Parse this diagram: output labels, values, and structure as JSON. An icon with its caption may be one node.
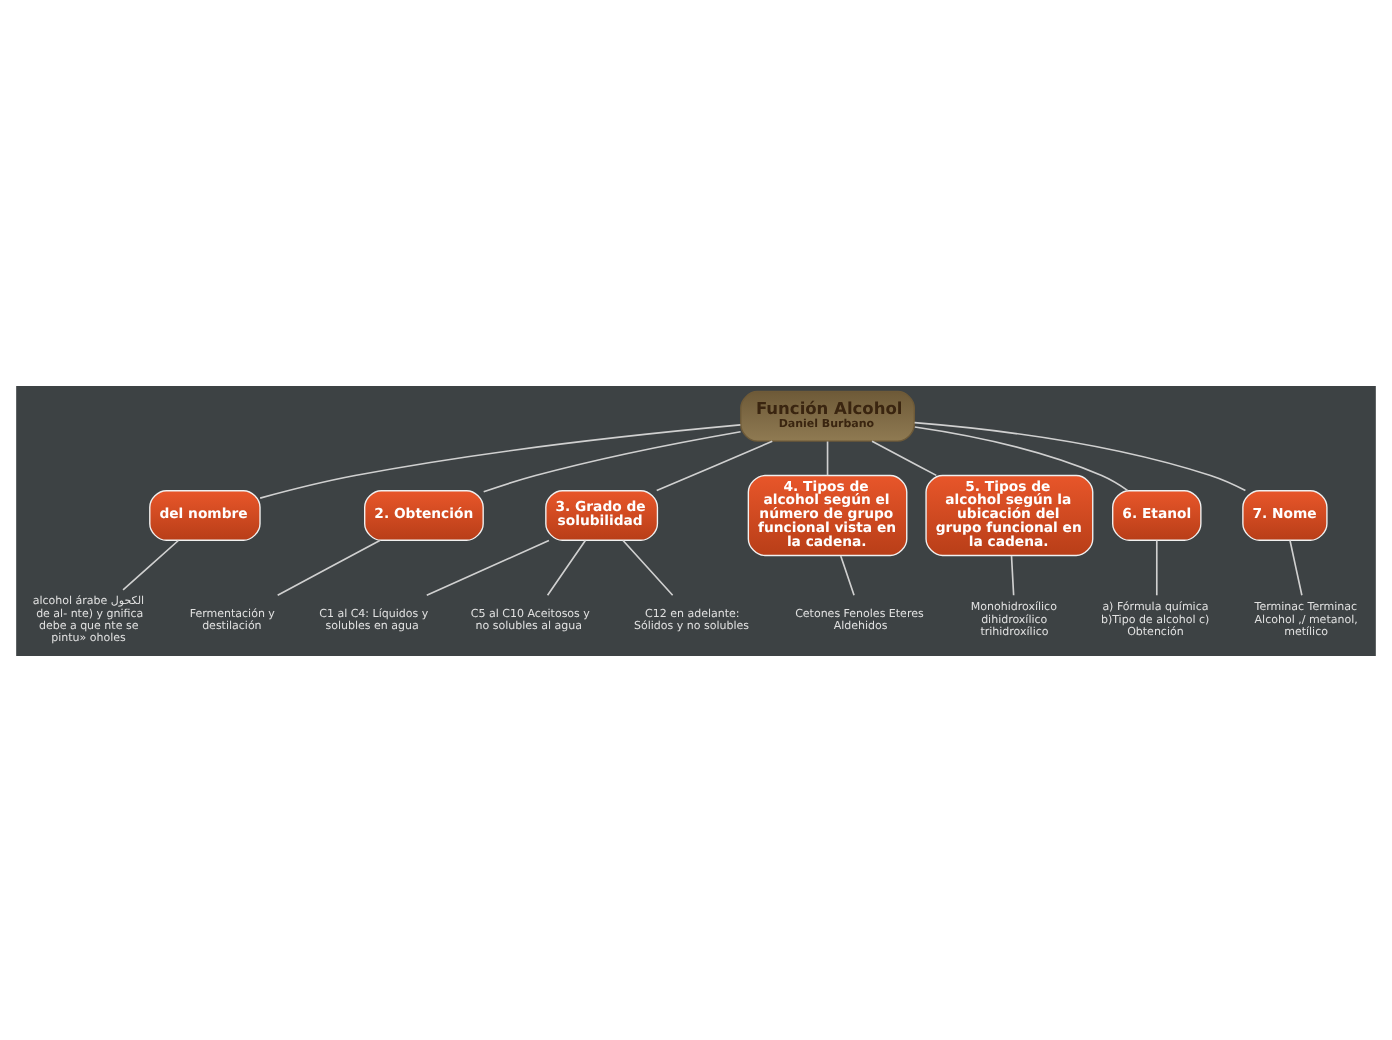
{
  "diagram": {
    "nodes": [
      {
        "text": [
          "Función Alcohol",
          "Daniel Burbano"
        ]
      },
      {
        "text": [
          "del nombre"
        ]
      },
      {
        "text": [
          "alcohol árabe الكحول de al- nte) y gnifica debe a que nte se pintu» oholes"
        ]
      },
      {
        "text": [
          "2. Obtención"
        ]
      },
      {
        "text": [
          "Fermentación y destilación"
        ]
      },
      {
        "text": [
          "3. Grado de solubilidad"
        ]
      },
      {
        "text": [
          "C1 al C4: Líquidos y solubles en agua"
        ]
      },
      {
        "text": [
          "C5 al C10 Aceitosos y no solubles al agua"
        ]
      },
      {
        "text": [
          "C12 en adelante: Sólidos y no solubles"
        ]
      },
      {
        "text": [
          "4. Tipos de alcohol según el número de grupo funcional vista en la cadena."
        ]
      },
      {
        "text": [
          "Cetones Fenoles Eteres Aldehidos"
        ]
      },
      {
        "text": [
          "5. Tipos de alcohol según la ubicación del grupo funcional en la cadena."
        ]
      },
      {
        "text": [
          "Monohidroxílico dihidroxílico trihidroxílico"
        ]
      },
      {
        "text": [
          "6. Etanol"
        ]
      },
      {
        "text": [
          "a) Fórmula química b)Tipo de alcohol c) Obtención"
        ]
      },
      {
        "text": [
          "7. Nome"
        ]
      },
      {
        "text": [
          "Terminac Terminac Alcohol ,/ metanol, metílico"
        ]
      }
    ],
    "edges": [
      {
        "from": 0,
        "to": 1,
        "arrow": "none"
      },
      {
        "from": 0,
        "to": 3,
        "arrow": "none"
      },
      {
        "from": 0,
        "to": 5,
        "arrow": "none"
      },
      {
        "from": 0,
        "to": 9,
        "arrow": "none"
      },
      {
        "from": 0,
        "to": 11,
        "arrow": "none"
      },
      {
        "from": 0,
        "to": 13,
        "arrow": "none"
      },
      {
        "from": 0,
        "to": 15,
        "arrow": "none"
      },
      {
        "from": 1,
        "to": 2,
        "arrow": "none"
      },
      {
        "from": 3,
        "to": 4,
        "arrow": "none"
      },
      {
        "from": 5,
        "to": 6,
        "arrow": "none"
      },
      {
        "from": 5,
        "to": 7,
        "arrow": "none"
      },
      {
        "from": 5,
        "to": 8,
        "arrow": "none"
      },
      {
        "from": 9,
        "to": 10,
        "arrow": "none"
      },
      {
        "from": 11,
        "to": 12,
        "arrow": "none"
      },
      {
        "from": 13,
        "to": 14,
        "arrow": "none"
      },
      {
        "from": 15,
        "to": 16,
        "arrow": "none"
      }
    ]
  }
}
